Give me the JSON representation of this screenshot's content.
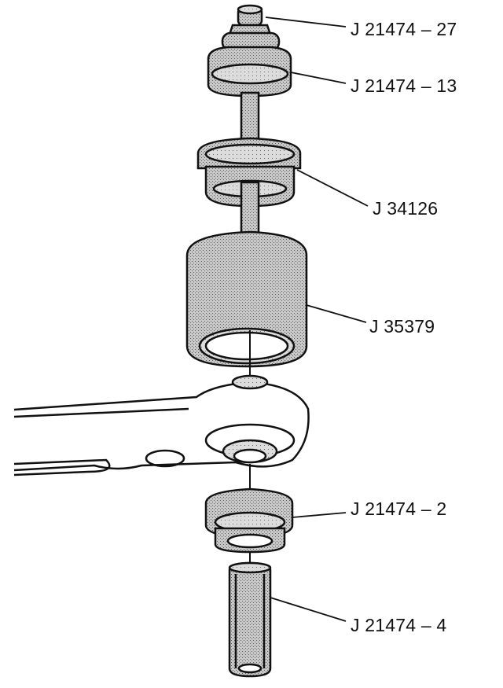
{
  "labels": {
    "tool_1": "J 21474 – 27",
    "tool_2": "J 21474 – 13",
    "tool_3": "J 34126",
    "tool_4": "J 35379",
    "tool_5": "J 21474 – 2",
    "tool_6": "J 21474 – 4"
  },
  "colors": {
    "ink": "#111111",
    "shade": "#b8b8b8",
    "paper": "#ffffff"
  }
}
